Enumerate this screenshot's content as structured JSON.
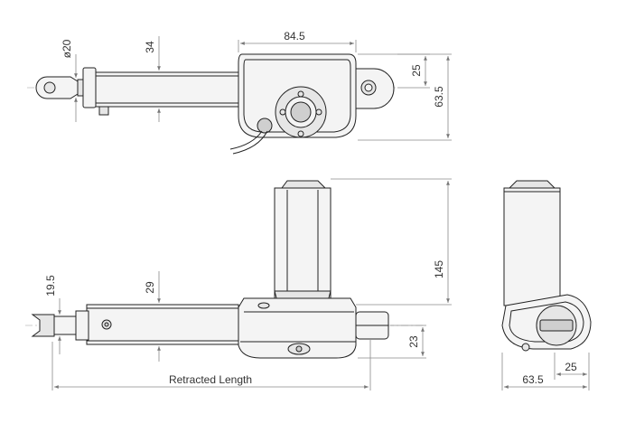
{
  "dimensions": {
    "top_length": "84.5",
    "top_rod_diameter": "ø20",
    "top_tube_height": "34",
    "top_eye_offset": "25",
    "top_height": "63.5",
    "front_motor_height": "145",
    "front_eye_height": "19.5",
    "front_tube_height": "29",
    "front_offset": "23",
    "retracted_length_label": "Retracted Length",
    "side_width": "63.5",
    "side_offset": "25"
  },
  "views": [
    "top-view",
    "front-view",
    "side-view"
  ]
}
